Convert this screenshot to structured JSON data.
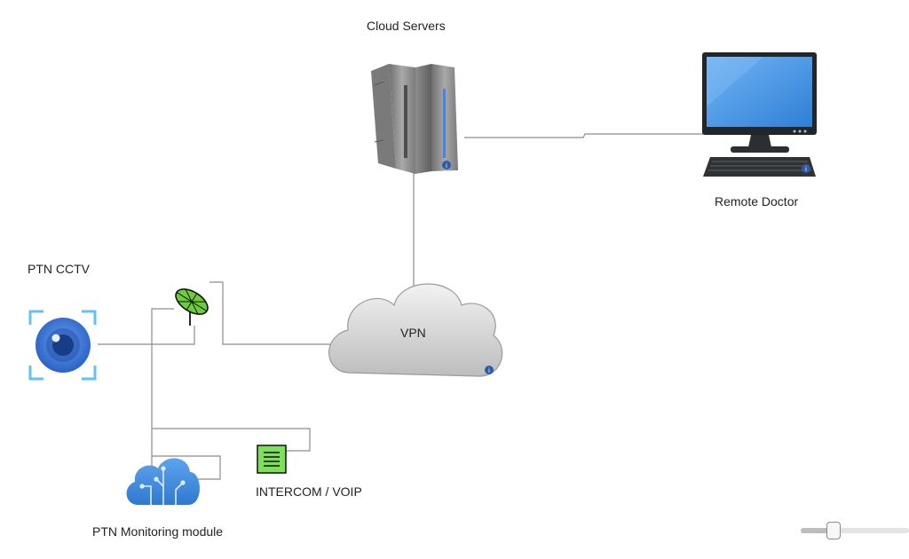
{
  "diagram": {
    "nodes": {
      "cloud_servers": {
        "label": "Cloud Servers",
        "icon": "server-rack-icon"
      },
      "remote_doctor": {
        "label": "Remote Doctor",
        "icon": "desktop-computer-icon"
      },
      "vpn": {
        "label": "VPN",
        "icon": "cloud-icon"
      },
      "ptn_cctv": {
        "label": "PTN CCTV",
        "icon": "camera-lens-icon"
      },
      "antenna": {
        "label": "",
        "icon": "satellite-dish-icon"
      },
      "intercom": {
        "label": "INTERCOM / VOIP",
        "icon": "intercom-icon"
      },
      "monitoring": {
        "label": "PTN Monitoring module",
        "icon": "cloud-circuit-icon"
      }
    },
    "colors": {
      "connector": "#8c8c8c",
      "info_badge": "#2e5ca8",
      "camera_blue": "#2f6fd6",
      "intercom_green": "#7ee05a",
      "dish_green": "#6ccf3a",
      "monitor_blue": "#3f8fe0"
    }
  },
  "zoom": {
    "level": 0.3
  }
}
